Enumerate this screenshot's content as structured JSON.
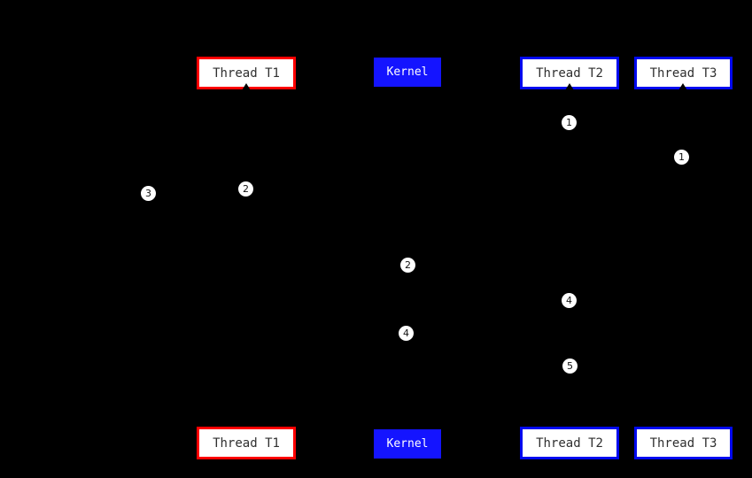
{
  "diagram": {
    "type": "sequence-diagram",
    "background": "#000000",
    "actors": [
      "Thread T1",
      "Kernel",
      "Thread T2",
      "Thread T3"
    ],
    "actor_styles": [
      "red-outline",
      "blue-fill",
      "blue-outline",
      "blue-outline"
    ],
    "markers": [
      "3",
      "2",
      "1",
      "1",
      "2",
      "4",
      "4",
      "5"
    ],
    "colors": {
      "background": "#000000",
      "red_border": "#ff0000",
      "blue_border": "#0008f0",
      "kernel_fill": "#1414ff",
      "box_fill": "#ffffff",
      "box_text": "#2f2f2f",
      "kernel_text": "#ffffff",
      "marker_fill": "#ffffff",
      "marker_text": "#111111"
    }
  }
}
